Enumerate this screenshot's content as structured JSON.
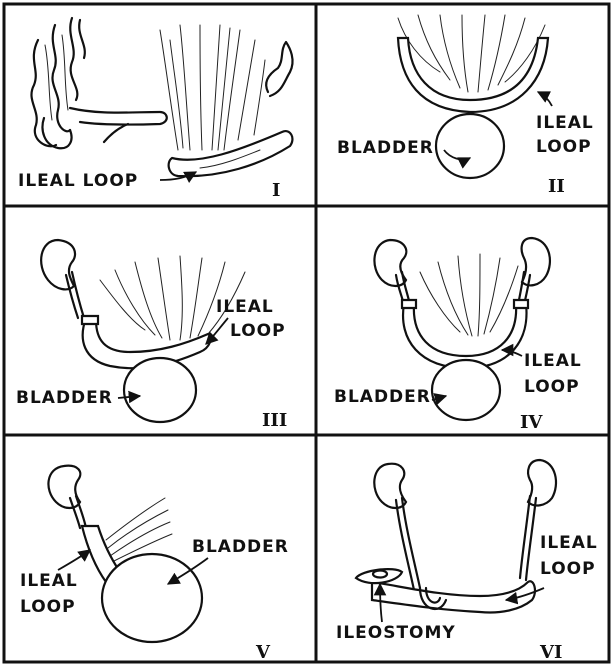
{
  "panels": [
    {
      "numeral": "I",
      "labels": {
        "loop": "ILEAL LOOP"
      }
    },
    {
      "numeral": "II",
      "labels": {
        "bladder": "BLADDER",
        "loop1": "ILEAL",
        "loop2": "LOOP"
      }
    },
    {
      "numeral": "III",
      "labels": {
        "bladder": "BLADDER",
        "loop1": "ILEAL",
        "loop2": "LOOP"
      }
    },
    {
      "numeral": "IV",
      "labels": {
        "bladder": "BLADDER",
        "loop1": "ILEAL",
        "loop2": "LOOP"
      }
    },
    {
      "numeral": "V",
      "labels": {
        "bladder": "BLADDER",
        "loop1": "ILEAL",
        "loop2": "LOOP"
      }
    },
    {
      "numeral": "VI",
      "labels": {
        "stoma": "ILEOSTOMY",
        "loop1": "ILEAL",
        "loop2": "LOOP"
      }
    }
  ]
}
